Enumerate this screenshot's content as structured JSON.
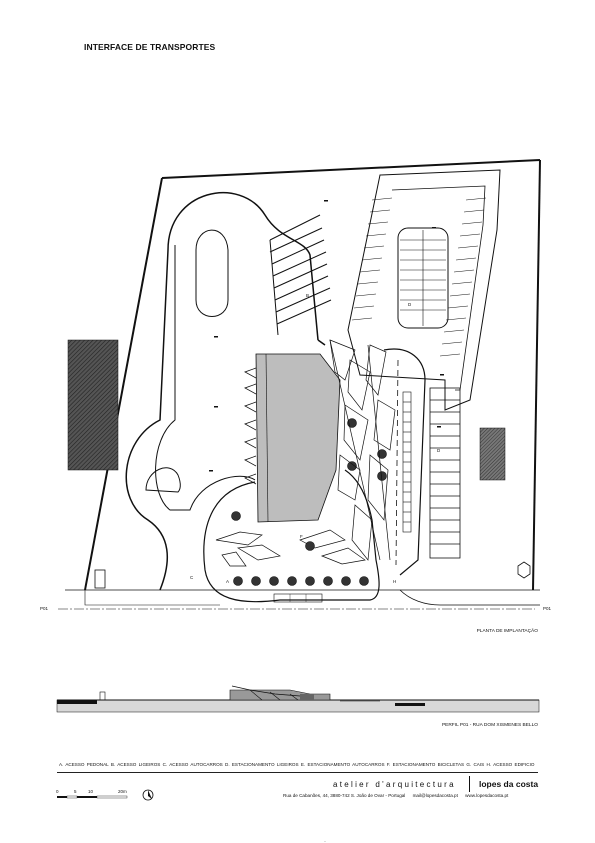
{
  "title": "INTERFACE DE TRANSPORTES",
  "labels": {
    "b": "B",
    "c": "C",
    "d1": "D",
    "d2": "D",
    "f": "F",
    "a": "A",
    "h": "H",
    "p01_left": "P01",
    "p01_right": "P01"
  },
  "captions": {
    "plan": "PLANTA DE IMPLANTAÇÃO",
    "section": "PERFIL P01 - RUA DOM XISMENES BELLO"
  },
  "legend": "A. ACESSO PEDONAL   B. ACESSO LIGEIROS   C. ACESSO AUTOCARROS   D. ESTACIONAMENTO LIGEIROS   E. ESTACIONAMENTO AUTOCARROS   F. ESTACIONAMENTO BICICLETAS   G. CAIS   H. ACESSO EDIFICIO",
  "scale": {
    "ticks": [
      "0",
      "5",
      "10",
      "20m"
    ]
  },
  "footer": {
    "studio": "atelier d'arquitectura",
    "name": "lopes da costa",
    "address": "Rua de Cabanões, 44, 3880-742 S. João de Ovar - Portugal",
    "email": "mail@lopesdacosta.pt",
    "website": "www.lopesdacosta.pt"
  },
  "page_number": ".."
}
